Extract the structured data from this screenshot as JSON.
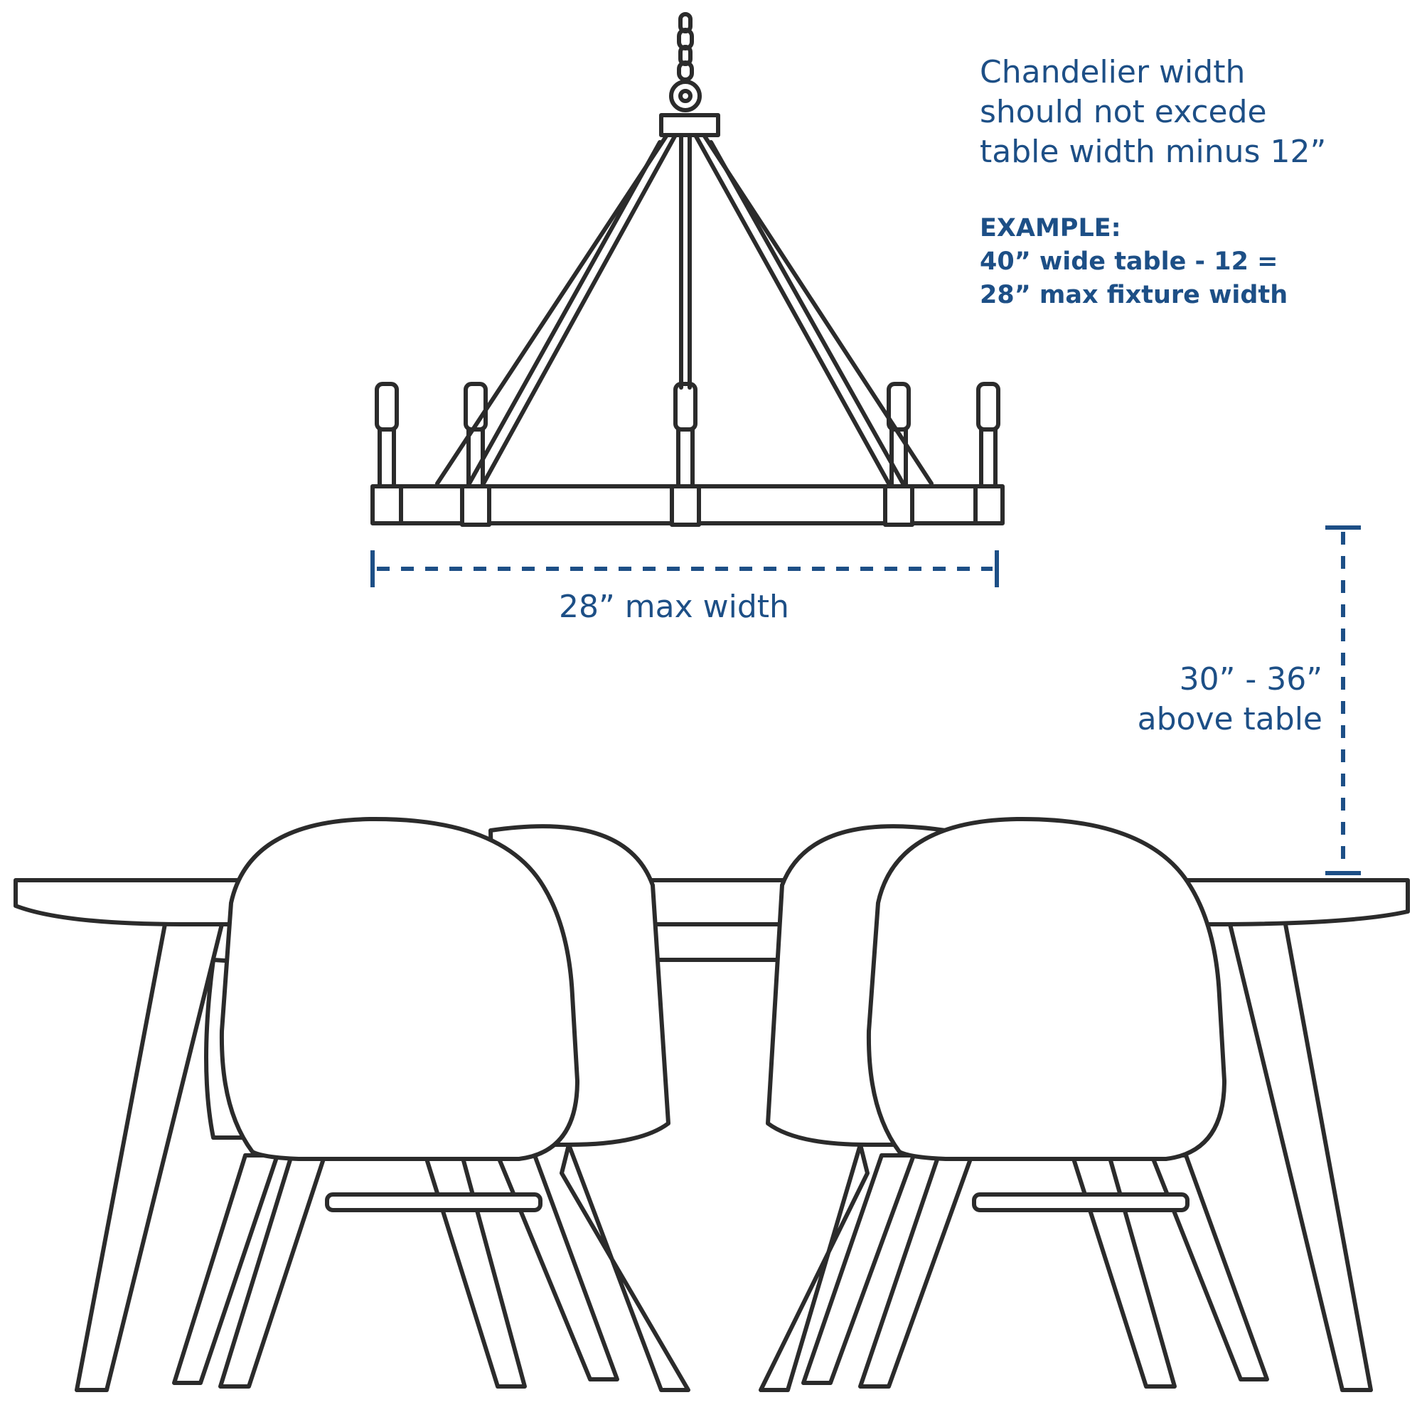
{
  "rule": {
    "line1": "Chandelier width",
    "line2": "should not excede",
    "line3": "table width minus 12”"
  },
  "example": {
    "heading": "EXAMPLE:",
    "line1": "40” wide table - 12 =",
    "line2": "28” max fixture width"
  },
  "dimensions": {
    "width_label": "28” max width",
    "height_line1": "30” - 36”",
    "height_line2": "above table"
  },
  "colors": {
    "annotation": "#1d4f86",
    "outline": "#2b2b2b"
  }
}
